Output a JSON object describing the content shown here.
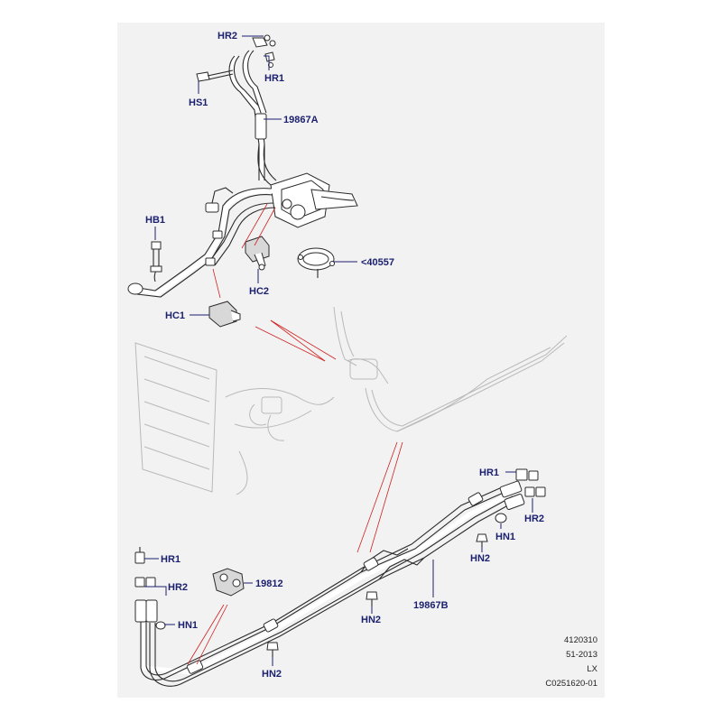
{
  "callouts": {
    "hr2_top": "HR2",
    "hr1_top": "HR1",
    "hs1": "HS1",
    "p19867a": "19867A",
    "hb1": "HB1",
    "p40557": "<40557",
    "hc2": "HC2",
    "hc1": "HC1",
    "hr1_right": "HR1",
    "hr2_right": "HR2",
    "hn1_right": "HN1",
    "hn2_right": "HN2",
    "hr1_left": "HR1",
    "p19812": "19812",
    "hr2_left": "HR2",
    "hn1_left": "HN1",
    "hn2_mid": "HN2",
    "p19867b": "19867B",
    "hn2_bottom": "HN2"
  },
  "reference": {
    "line1": "4120310",
    "line2": "51-2013",
    "line3": "LX",
    "line4": "C0251620-01"
  }
}
